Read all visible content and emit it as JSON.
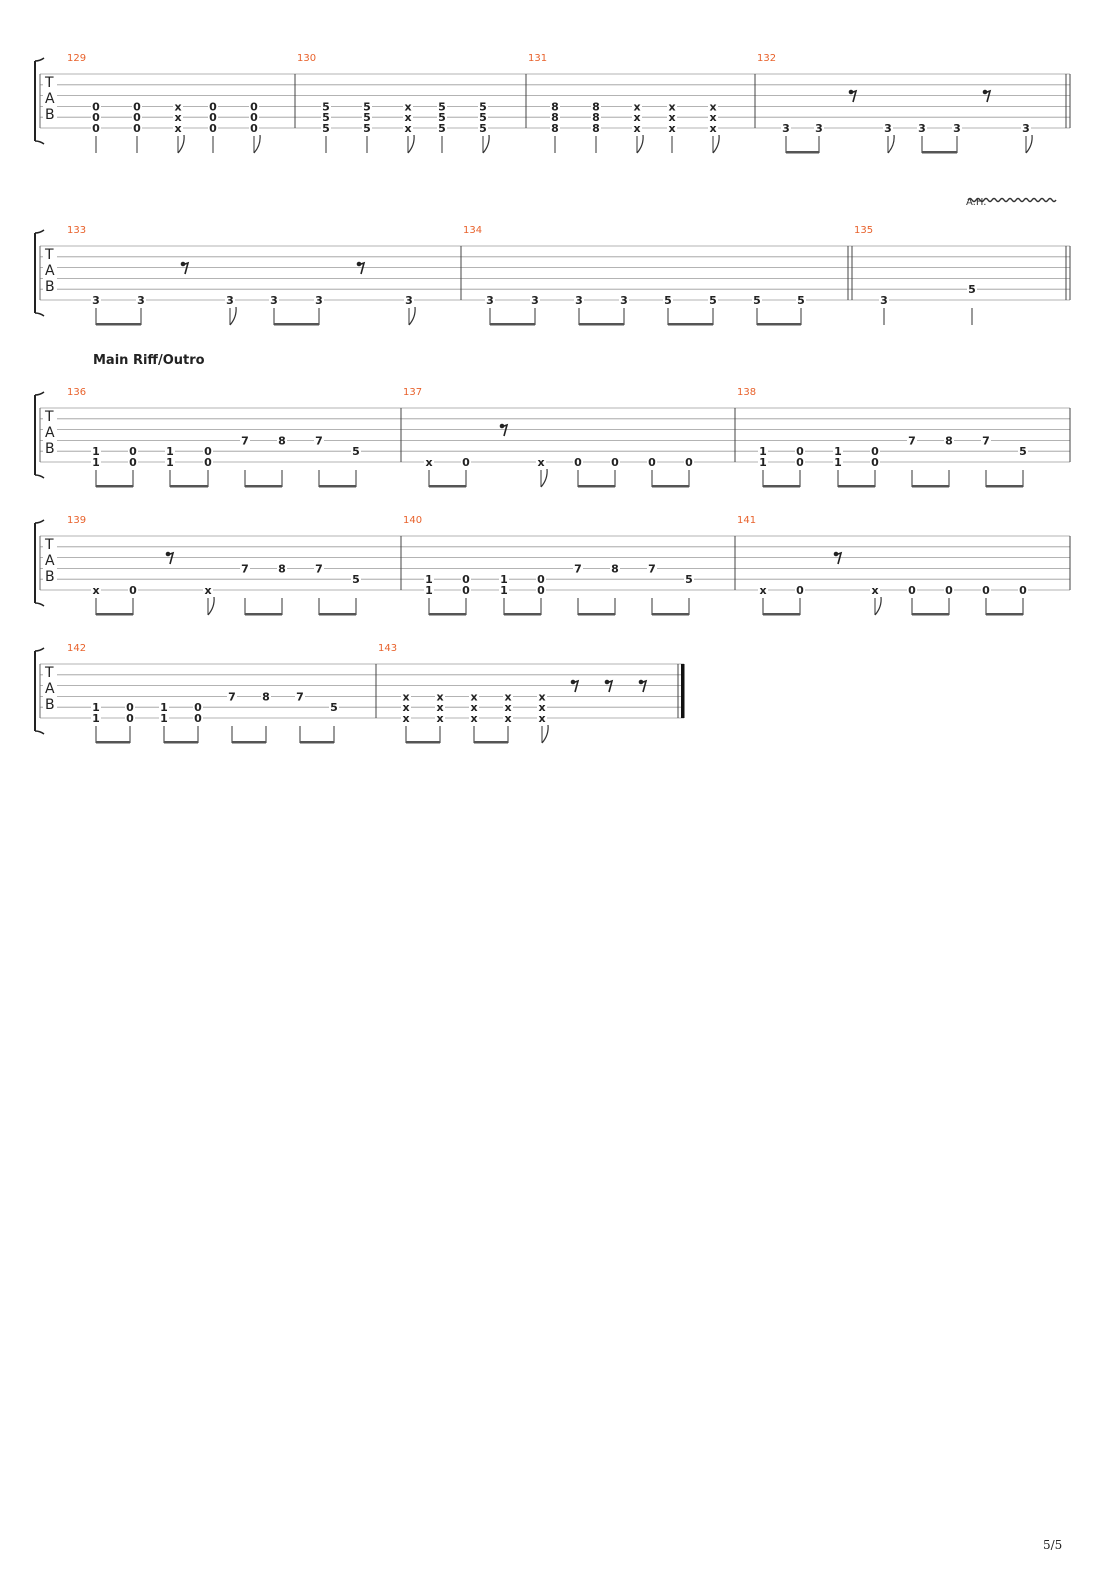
{
  "section_title": "Main Riff/Outro",
  "annotation": "A.H.",
  "page_number": "5/5",
  "tab_letters": [
    "T",
    "A",
    "B"
  ],
  "colors": {
    "measure_number": "#e8622c",
    "staff_line": "#9a9a9a",
    "ink": "#222222"
  },
  "systems": [
    {
      "measures": [
        {
          "number": "129",
          "notes": [
            {
              "frets": {
                "4": "0",
                "5": "0",
                "6": "0"
              },
              "stem": "line"
            },
            {
              "frets": {
                "4": "0",
                "5": "0",
                "6": "0"
              },
              "stem": "line"
            },
            {
              "frets": {
                "4": "x",
                "5": "x",
                "6": "x"
              },
              "stem": "flag"
            },
            {
              "frets": {
                "4": "0",
                "5": "0",
                "6": "0"
              },
              "stem": "line"
            },
            {
              "frets": {
                "4": "0",
                "5": "0",
                "6": "0"
              },
              "stem": "flag"
            }
          ]
        },
        {
          "number": "130",
          "notes": [
            {
              "frets": {
                "4": "5",
                "5": "5",
                "6": "5"
              },
              "stem": "line"
            },
            {
              "frets": {
                "4": "5",
                "5": "5",
                "6": "5"
              },
              "stem": "line"
            },
            {
              "frets": {
                "4": "x",
                "5": "x",
                "6": "x"
              },
              "stem": "flag"
            },
            {
              "frets": {
                "4": "5",
                "5": "5",
                "6": "5"
              },
              "stem": "line"
            },
            {
              "frets": {
                "4": "5",
                "5": "5",
                "6": "5"
              },
              "stem": "flag"
            }
          ]
        },
        {
          "number": "131",
          "notes": [
            {
              "frets": {
                "4": "8",
                "5": "8",
                "6": "8"
              },
              "stem": "line"
            },
            {
              "frets": {
                "4": "8",
                "5": "8",
                "6": "8"
              },
              "stem": "line"
            },
            {
              "frets": {
                "4": "x",
                "5": "x",
                "6": "x"
              },
              "stem": "flag"
            },
            {
              "frets": {
                "4": "x",
                "5": "x",
                "6": "x"
              },
              "stem": "line"
            },
            {
              "frets": {
                "4": "x",
                "5": "x",
                "6": "x"
              },
              "stem": "flag"
            }
          ]
        },
        {
          "number": "132",
          "notes": [
            {
              "frets": {
                "6": "3"
              },
              "stem": "beam"
            },
            {
              "frets": {
                "6": "3"
              },
              "stem": "beam"
            },
            {
              "rest": "eighth"
            },
            {
              "frets": {
                "6": "3"
              },
              "stem": "flag"
            },
            {
              "frets": {
                "6": "3"
              },
              "stem": "beam"
            },
            {
              "frets": {
                "6": "3"
              },
              "stem": "beam"
            },
            {
              "rest": "eighth"
            },
            {
              "frets": {
                "6": "3"
              },
              "stem": "flag"
            }
          ]
        }
      ]
    },
    {
      "measures": [
        {
          "number": "133",
          "notes": [
            {
              "frets": {
                "6": "3"
              },
              "stem": "beam"
            },
            {
              "frets": {
                "6": "3"
              },
              "stem": "beam"
            },
            {
              "rest": "eighth"
            },
            {
              "frets": {
                "6": "3"
              },
              "stem": "flag"
            },
            {
              "frets": {
                "6": "3"
              },
              "stem": "beam"
            },
            {
              "frets": {
                "6": "3"
              },
              "stem": "beam"
            },
            {
              "rest": "eighth"
            },
            {
              "frets": {
                "6": "3"
              },
              "stem": "flag"
            }
          ]
        },
        {
          "number": "134",
          "notes": [
            {
              "frets": {
                "6": "3"
              },
              "stem": "beam"
            },
            {
              "frets": {
                "6": "3"
              },
              "stem": "beam"
            },
            {
              "frets": {
                "6": "3"
              },
              "stem": "beam"
            },
            {
              "frets": {
                "6": "3"
              },
              "stem": "beam"
            },
            {
              "frets": {
                "6": "5"
              },
              "stem": "beam"
            },
            {
              "frets": {
                "6": "5"
              },
              "stem": "beam"
            },
            {
              "frets": {
                "6": "5"
              },
              "stem": "beam"
            },
            {
              "frets": {
                "6": "5"
              },
              "stem": "beam"
            }
          ]
        },
        {
          "number": "135",
          "notes": [
            {
              "frets": {
                "6": "3"
              },
              "stem": "line"
            },
            {
              "frets": {
                "5": "5"
              },
              "stem": "line"
            }
          ]
        }
      ]
    },
    {
      "measures": [
        {
          "number": "136",
          "notes": [
            {
              "frets": {
                "5": "1",
                "6": "1"
              },
              "stem": "beam"
            },
            {
              "frets": {
                "5": "0",
                "6": "0"
              },
              "stem": "beam"
            },
            {
              "frets": {
                "5": "1",
                "6": "1"
              },
              "stem": "beam"
            },
            {
              "frets": {
                "5": "0",
                "6": "0"
              },
              "stem": "beam"
            },
            {
              "frets": {
                "4": "7"
              },
              "stem": "beam"
            },
            {
              "frets": {
                "4": "8"
              },
              "stem": "beam"
            },
            {
              "frets": {
                "4": "7"
              },
              "stem": "beam"
            },
            {
              "frets": {
                "5": "5"
              },
              "stem": "beam"
            }
          ]
        },
        {
          "number": "137",
          "notes": [
            {
              "frets": {
                "6": "x"
              },
              "stem": "beam"
            },
            {
              "frets": {
                "6": "0"
              },
              "stem": "beam"
            },
            {
              "rest": "eighth"
            },
            {
              "frets": {
                "6": "x"
              },
              "stem": "flag"
            },
            {
              "frets": {
                "6": "0"
              },
              "stem": "beam"
            },
            {
              "frets": {
                "6": "0"
              },
              "stem": "beam"
            },
            {
              "frets": {
                "6": "0"
              },
              "stem": "beam"
            },
            {
              "frets": {
                "6": "0"
              },
              "stem": "beam"
            }
          ]
        },
        {
          "number": "138",
          "notes": [
            {
              "frets": {
                "5": "1",
                "6": "1"
              },
              "stem": "beam"
            },
            {
              "frets": {
                "5": "0",
                "6": "0"
              },
              "stem": "beam"
            },
            {
              "frets": {
                "5": "1",
                "6": "1"
              },
              "stem": "beam"
            },
            {
              "frets": {
                "5": "0",
                "6": "0"
              },
              "stem": "beam"
            },
            {
              "frets": {
                "4": "7"
              },
              "stem": "beam"
            },
            {
              "frets": {
                "4": "8"
              },
              "stem": "beam"
            },
            {
              "frets": {
                "4": "7"
              },
              "stem": "beam"
            },
            {
              "frets": {
                "5": "5"
              },
              "stem": "beam"
            }
          ]
        }
      ]
    },
    {
      "measures": [
        {
          "number": "139",
          "notes": [
            {
              "frets": {
                "6": "x"
              },
              "stem": "beam"
            },
            {
              "frets": {
                "6": "0"
              },
              "stem": "beam"
            },
            {
              "rest": "eighth"
            },
            {
              "frets": {
                "6": "x"
              },
              "stem": "flag"
            },
            {
              "frets": {
                "4": "7"
              },
              "stem": "beam"
            },
            {
              "frets": {
                "4": "8"
              },
              "stem": "beam"
            },
            {
              "frets": {
                "4": "7"
              },
              "stem": "beam"
            },
            {
              "frets": {
                "5": "5"
              },
              "stem": "beam"
            }
          ]
        },
        {
          "number": "140",
          "notes": [
            {
              "frets": {
                "5": "1",
                "6": "1"
              },
              "stem": "beam"
            },
            {
              "frets": {
                "5": "0",
                "6": "0"
              },
              "stem": "beam"
            },
            {
              "frets": {
                "5": "1",
                "6": "1"
              },
              "stem": "beam"
            },
            {
              "frets": {
                "5": "0",
                "6": "0"
              },
              "stem": "beam"
            },
            {
              "frets": {
                "4": "7"
              },
              "stem": "beam"
            },
            {
              "frets": {
                "4": "8"
              },
              "stem": "beam"
            },
            {
              "frets": {
                "4": "7"
              },
              "stem": "beam"
            },
            {
              "frets": {
                "5": "5"
              },
              "stem": "beam"
            }
          ]
        },
        {
          "number": "141",
          "notes": [
            {
              "frets": {
                "6": "x"
              },
              "stem": "beam"
            },
            {
              "frets": {
                "6": "0"
              },
              "stem": "beam"
            },
            {
              "rest": "eighth"
            },
            {
              "frets": {
                "6": "x"
              },
              "stem": "flag"
            },
            {
              "frets": {
                "6": "0"
              },
              "stem": "beam"
            },
            {
              "frets": {
                "6": "0"
              },
              "stem": "beam"
            },
            {
              "frets": {
                "6": "0"
              },
              "stem": "beam"
            },
            {
              "frets": {
                "6": "0"
              },
              "stem": "beam"
            }
          ]
        }
      ]
    },
    {
      "measures": [
        {
          "number": "142",
          "notes": [
            {
              "frets": {
                "5": "1",
                "6": "1"
              },
              "stem": "beam"
            },
            {
              "frets": {
                "5": "0",
                "6": "0"
              },
              "stem": "beam"
            },
            {
              "frets": {
                "5": "1",
                "6": "1"
              },
              "stem": "beam"
            },
            {
              "frets": {
                "5": "0",
                "6": "0"
              },
              "stem": "beam"
            },
            {
              "frets": {
                "4": "7"
              },
              "stem": "beam"
            },
            {
              "frets": {
                "4": "8"
              },
              "stem": "beam"
            },
            {
              "frets": {
                "4": "7"
              },
              "stem": "beam"
            },
            {
              "frets": {
                "5": "5"
              },
              "stem": "beam"
            }
          ]
        },
        {
          "number": "143",
          "notes": [
            {
              "frets": {
                "4": "x",
                "5": "x",
                "6": "x"
              },
              "stem": "beam"
            },
            {
              "frets": {
                "4": "x",
                "5": "x",
                "6": "x"
              },
              "stem": "beam"
            },
            {
              "frets": {
                "4": "x",
                "5": "x",
                "6": "x"
              },
              "stem": "beam"
            },
            {
              "frets": {
                "4": "x",
                "5": "x",
                "6": "x"
              },
              "stem": "beam"
            },
            {
              "frets": {
                "4": "x",
                "5": "x",
                "6": "x"
              },
              "stem": "flag"
            },
            {
              "rest": "eighth"
            },
            {
              "rest": "eighth"
            },
            {
              "rest": "eighth"
            }
          ]
        }
      ]
    }
  ]
}
